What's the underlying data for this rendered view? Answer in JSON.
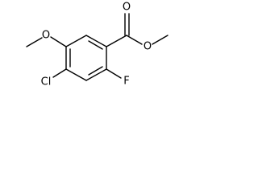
{
  "structure": {
    "atoms": {
      "ester_carbonyl_oxygen": "O",
      "ester_oxygen": "O",
      "methoxy_oxygen": "O",
      "chlorine": "Cl",
      "fluorine": "F"
    }
  }
}
